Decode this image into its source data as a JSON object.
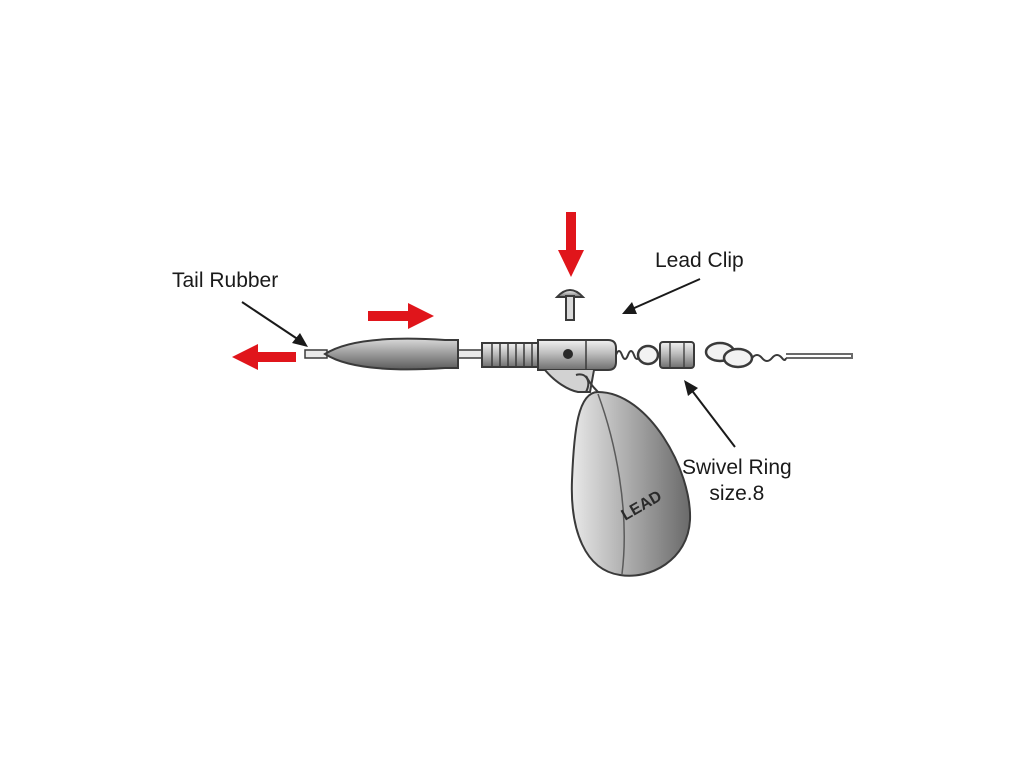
{
  "labels": {
    "tail_rubber": "Tail Rubber",
    "lead_clip": "Lead Clip",
    "swivel_ring_line1": "Swivel Ring",
    "swivel_ring_line2": "size.8"
  },
  "lead_weight_text": "LEAD",
  "colors": {
    "action_arrow": "#e0151b",
    "pointer_arrow": "#1a1a1a",
    "metal_light": "#eeeeee",
    "metal_dark": "#7a7a7a",
    "outline": "#3a3a3a"
  }
}
